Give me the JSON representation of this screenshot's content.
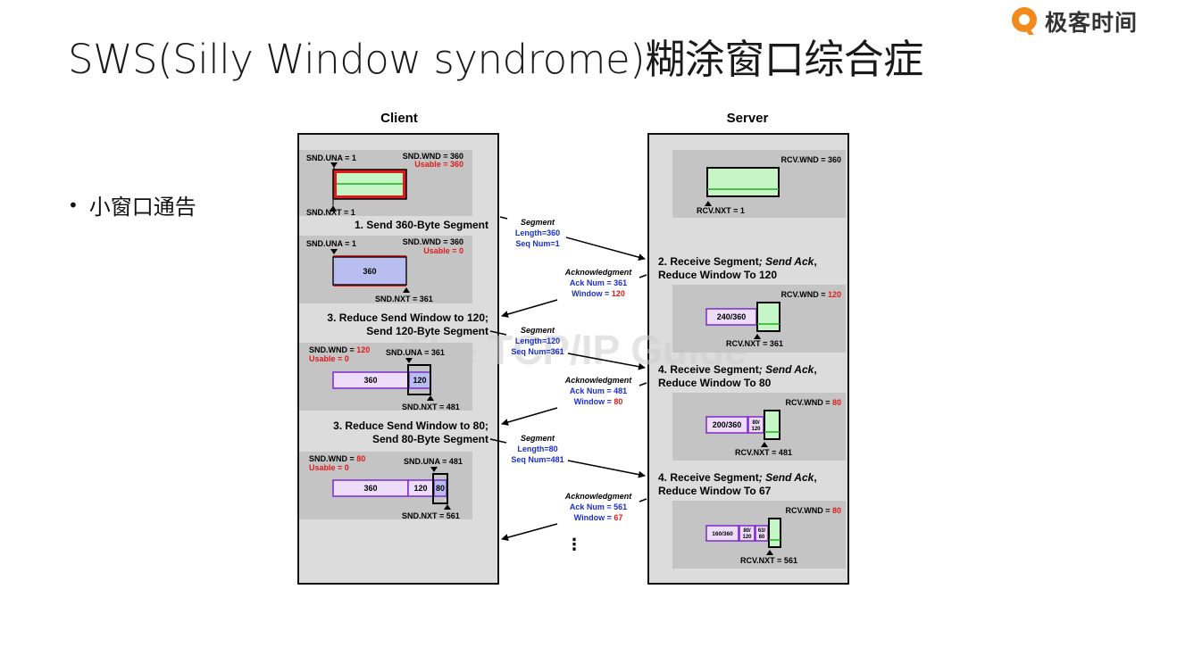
{
  "slide": {
    "title": "SWS(Silly Window syndrome)糊涂窗口综合症",
    "brand": "极客时间",
    "bullet": "小窗口通告"
  },
  "diagram": {
    "client": "Client",
    "server": "Server",
    "watermark": "The TCP/IP Guide",
    "ellipsis": "⋮",
    "c1": {
      "una": "SND.UNA = 1",
      "wnd": "SND.WND = 360",
      "usable": "Usable = 360",
      "nxt": "SND.NXT = 1"
    },
    "c2": {
      "step": "1. Send 360-Byte Segment",
      "una": "SND.UNA = 1",
      "wnd": "SND.WND = 360",
      "usable": "Usable = 0",
      "cell": "360",
      "nxt": "SND.NXT = 361"
    },
    "c3": {
      "step1": "3. Reduce Send Window to 120;",
      "step2": "Send 120-Byte Segment",
      "wnd_label": "SND.WND = ",
      "wnd_val": "120",
      "usable": "Usable = 0",
      "una": "SND.UNA = 361",
      "cell1": "360",
      "cell2": "120",
      "nxt": "SND.NXT = 481"
    },
    "c4": {
      "step1": "3. Reduce Send Window to 80;",
      "step2": "Send 80-Byte Segment",
      "wnd_label": "SND.WND = ",
      "wnd_val": "80",
      "usable": "Usable = 0",
      "una": "SND.UNA = 481",
      "cell1": "360",
      "cell2": "120",
      "cell3": "80",
      "nxt": "SND.NXT = 561"
    },
    "s1": {
      "wnd": "RCV.WND = 360",
      "nxt": "RCV.NXT = 1"
    },
    "s2": {
      "step1_a": "2. Receive Segment",
      "step1_b": "; Send ",
      "step1_c": "Ack",
      "step1_d": ",",
      "step2": "Reduce Window To 120",
      "wnd_label": "RCV.WND = ",
      "wnd_val": "120",
      "cell": "240/360",
      "nxt": "RCV.NXT = 361"
    },
    "s3": {
      "step1_a": "4. Receive Segment",
      "step1_b": "; Send ",
      "step1_c": "Ack",
      "step1_d": ",",
      "step2": "Reduce Window To 80",
      "wnd_label": "RCV.WND = ",
      "wnd_val": "80",
      "cell1": "200/360",
      "cell2a": "80/",
      "cell2b": "120",
      "nxt": "RCV.NXT = 481"
    },
    "s4": {
      "step1_a": "4. Receive Segment",
      "step1_b": "; Send ",
      "step1_c": "Ack",
      "step1_d": ",",
      "step2": "Reduce Window To 67",
      "wnd_label": "RCV.WND = ",
      "wnd_val": "80",
      "cell1": "160/360",
      "cell2a": "80/",
      "cell2b": "120",
      "cell3a": "63/",
      "cell3b": "80",
      "nxt": "RCV.NXT = 561"
    },
    "msg1": {
      "title": "Segment",
      "l1": "Length=360",
      "l2": "Seq Num=1"
    },
    "msg2": {
      "title": "Acknowledgment",
      "l1": "Ack Num = 361",
      "l2_label": "Window = ",
      "l2_val": "120"
    },
    "msg3": {
      "title": "Segment",
      "l1": "Length=120",
      "l2": "Seq Num=361"
    },
    "msg4": {
      "title": "Acknowledgment",
      "l1": "Ack Num = 481",
      "l2_label": "Window = ",
      "l2_val": "80"
    },
    "msg5": {
      "title": "Segment",
      "l1": "Length=80",
      "l2": "Seq Num=481"
    },
    "msg6": {
      "title": "Acknowledgment",
      "l1": "Ack Num = 561",
      "l2_label": "Window = ",
      "l2_val": "67"
    }
  },
  "colors": {
    "panel": "#dcdcdc",
    "inner": "#c4c4c4",
    "red": "#e01b1b",
    "blue": "#1c2fc8",
    "green": "#c6f5c6",
    "green_line": "#20b020",
    "purple": "#7b2bd0",
    "sent_blue": "#b8bff0",
    "lavender": "#eedcfb"
  }
}
